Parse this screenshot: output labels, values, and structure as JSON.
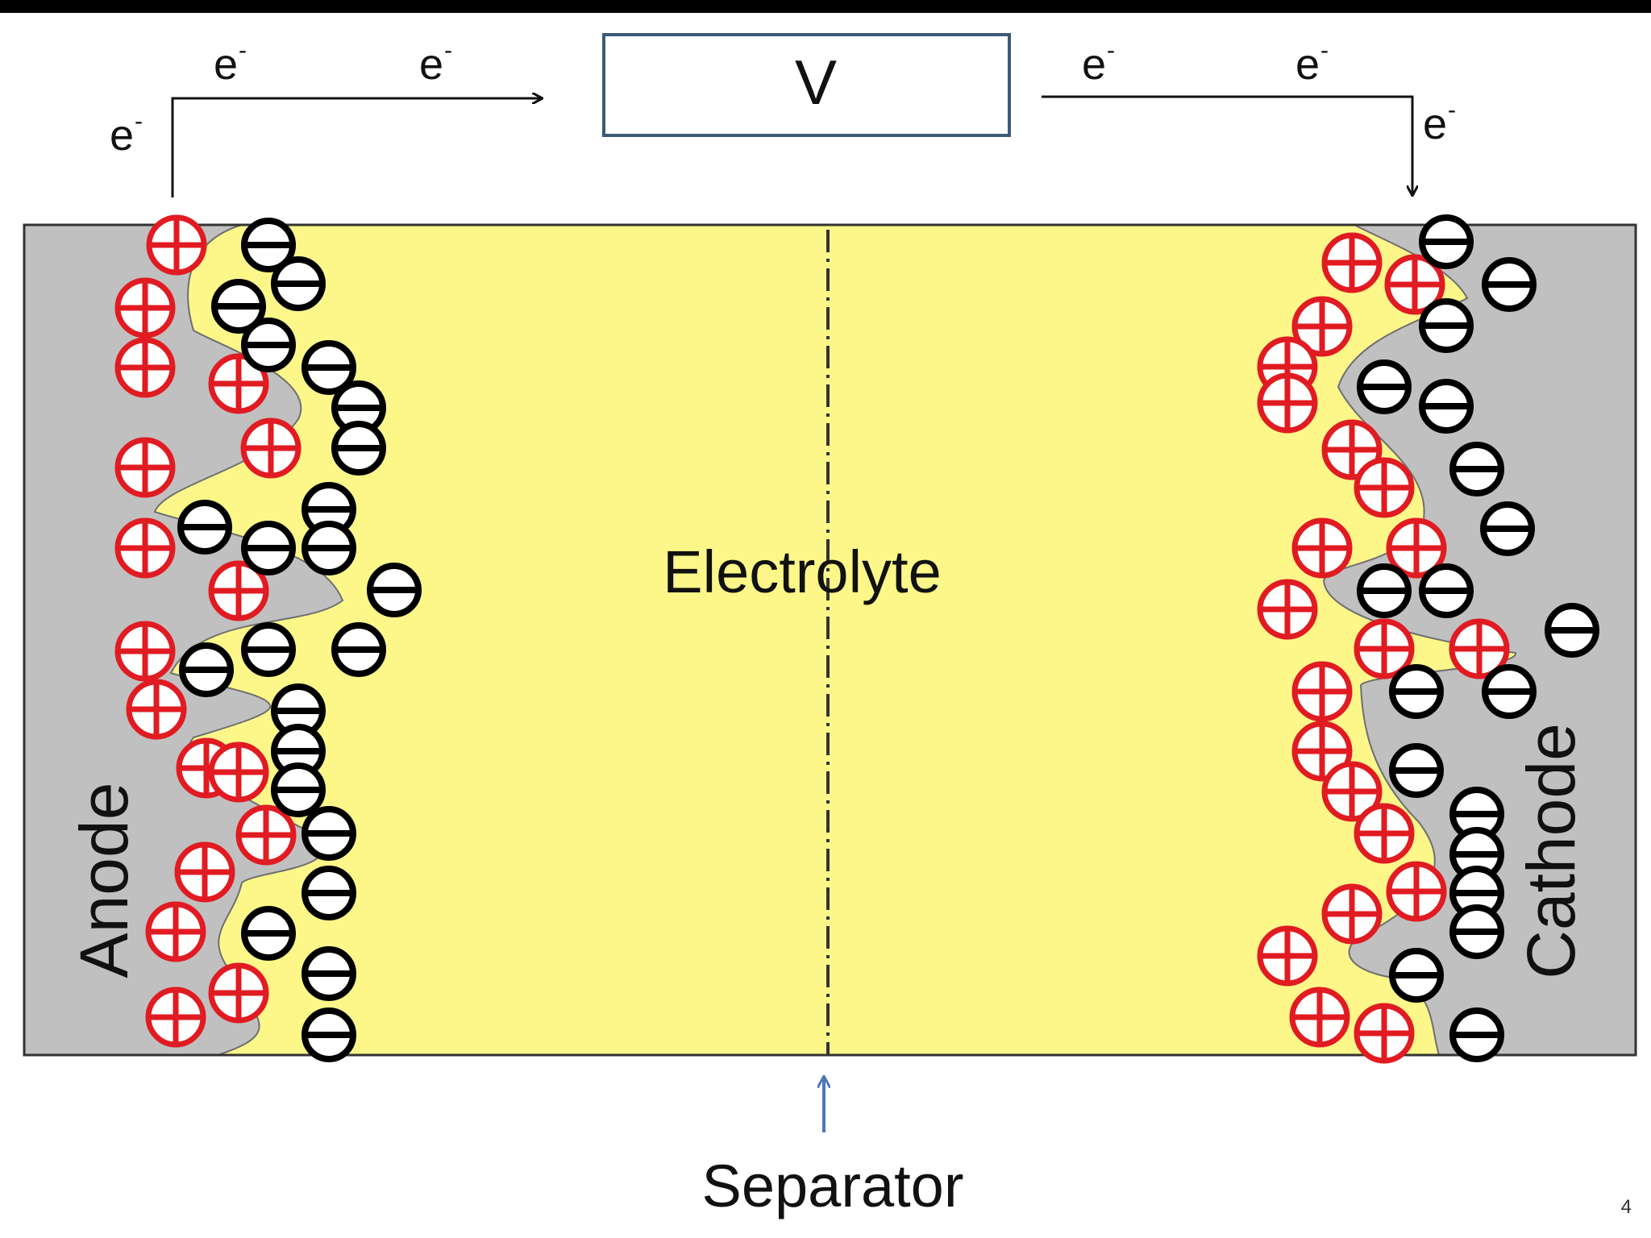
{
  "diagram": {
    "voltmeter_label": "V",
    "electron_label": "e",
    "electron_charge": "-",
    "electrolyte_label": "Electrolyte",
    "anode_label": "Anode",
    "cathode_label": "Cathode",
    "separator_label": "Separator"
  },
  "page_number": "4",
  "colors": {
    "electrode": "#c0c0c0",
    "electrolyte": "#fdf78a",
    "positive_ion": "#e11b22",
    "negative_ion": "#000000",
    "voltmeter_border": "#3c5a78",
    "separator_arrow": "#4a78b8"
  },
  "icons": {
    "positive_ion": "circled-plus-icon",
    "negative_ion": "circled-minus-icon"
  }
}
